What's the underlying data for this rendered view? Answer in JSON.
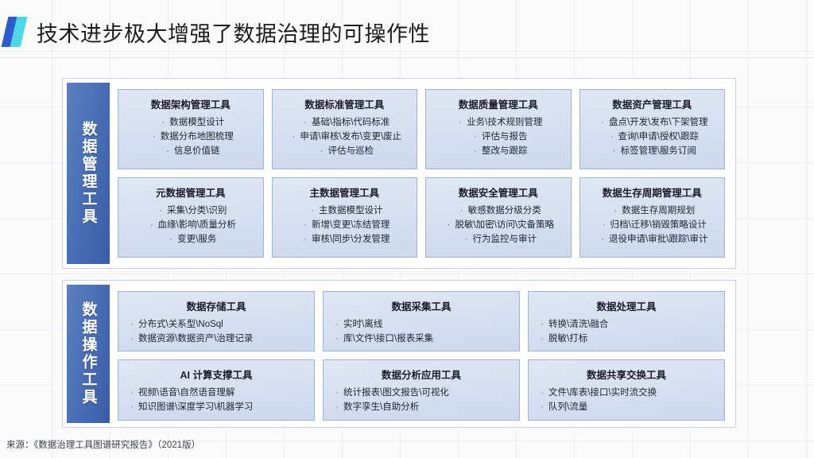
{
  "slide": {
    "title": "技术进步极大增强了数据治理的可操作性",
    "accent_dark_color": "#2f5bd0",
    "accent_cyan_color": "#4ed8e6",
    "source_note": "来源：《数据治理工具图谱研究报告》（2021版）"
  },
  "sections": [
    {
      "sidebar_label": "数据管理工具",
      "rows": [
        [
          {
            "title": "数据架构管理工具",
            "items": [
              "数据模型设计",
              "数据分布地图梳理",
              "信息价值链"
            ]
          },
          {
            "title": "数据标准管理工具",
            "items": [
              "基础\\指标\\代码标准",
              "申请\\审核\\发布\\变更\\废止",
              "评估与巡检"
            ]
          },
          {
            "title": "数据质量管理工具",
            "items": [
              "业务\\技术规则管理",
              "评估与报告",
              "整改与跟踪"
            ]
          },
          {
            "title": "数据资产管理工具",
            "items": [
              "盘点\\开发\\发布\\下架管理",
              "查询\\申请\\授权\\跟踪",
              "标签管理\\服务订阅"
            ]
          }
        ],
        [
          {
            "title": "元数据管理工具",
            "items": [
              "采集\\分类\\识别",
              "血缘\\影响\\质量分析",
              "变更\\服务"
            ]
          },
          {
            "title": "主数据管理工具",
            "items": [
              "主数据模型设计",
              "新增\\变更\\冻结管理",
              "审核\\同步\\分发管理"
            ]
          },
          {
            "title": "数据安全管理工具",
            "items": [
              "敏感数据分级分类",
              "脱敏\\加密\\访问\\灾备策略",
              "行为监控与审计"
            ]
          },
          {
            "title": "数据生存周期管理工具",
            "items": [
              "数据生存周期规划",
              "归档\\迁移\\销毁策略设计",
              "退役申请\\审批\\跟踪\\审计"
            ]
          }
        ]
      ]
    },
    {
      "sidebar_label": "数据操作工具",
      "rows": [
        [
          {
            "title": "数据存储工具",
            "items": [
              "分布式\\关系型\\NoSql",
              "数据资源\\数据资产\\治理记录"
            ]
          },
          {
            "title": "数据采集工具",
            "items": [
              "实时\\离线",
              "库\\文件\\接口\\报表采集"
            ]
          },
          {
            "title": "数据处理工具",
            "items": [
              "转换\\清洗\\融合",
              "脱敏\\打标"
            ]
          }
        ],
        [
          {
            "title": "AI 计算支撑工具",
            "items": [
              "视频\\语音\\自然语音理解",
              "知识图谱\\深度学习\\机器学习"
            ]
          },
          {
            "title": "数据分析应用工具",
            "items": [
              "统计报表\\图文报告\\可视化",
              "数字孪生\\自助分析"
            ]
          },
          {
            "title": "数据共享交换工具",
            "items": [
              "文件\\库表\\接口\\实时流交换",
              "队列\\流量"
            ]
          }
        ]
      ]
    }
  ],
  "bullet_glyph": "·"
}
